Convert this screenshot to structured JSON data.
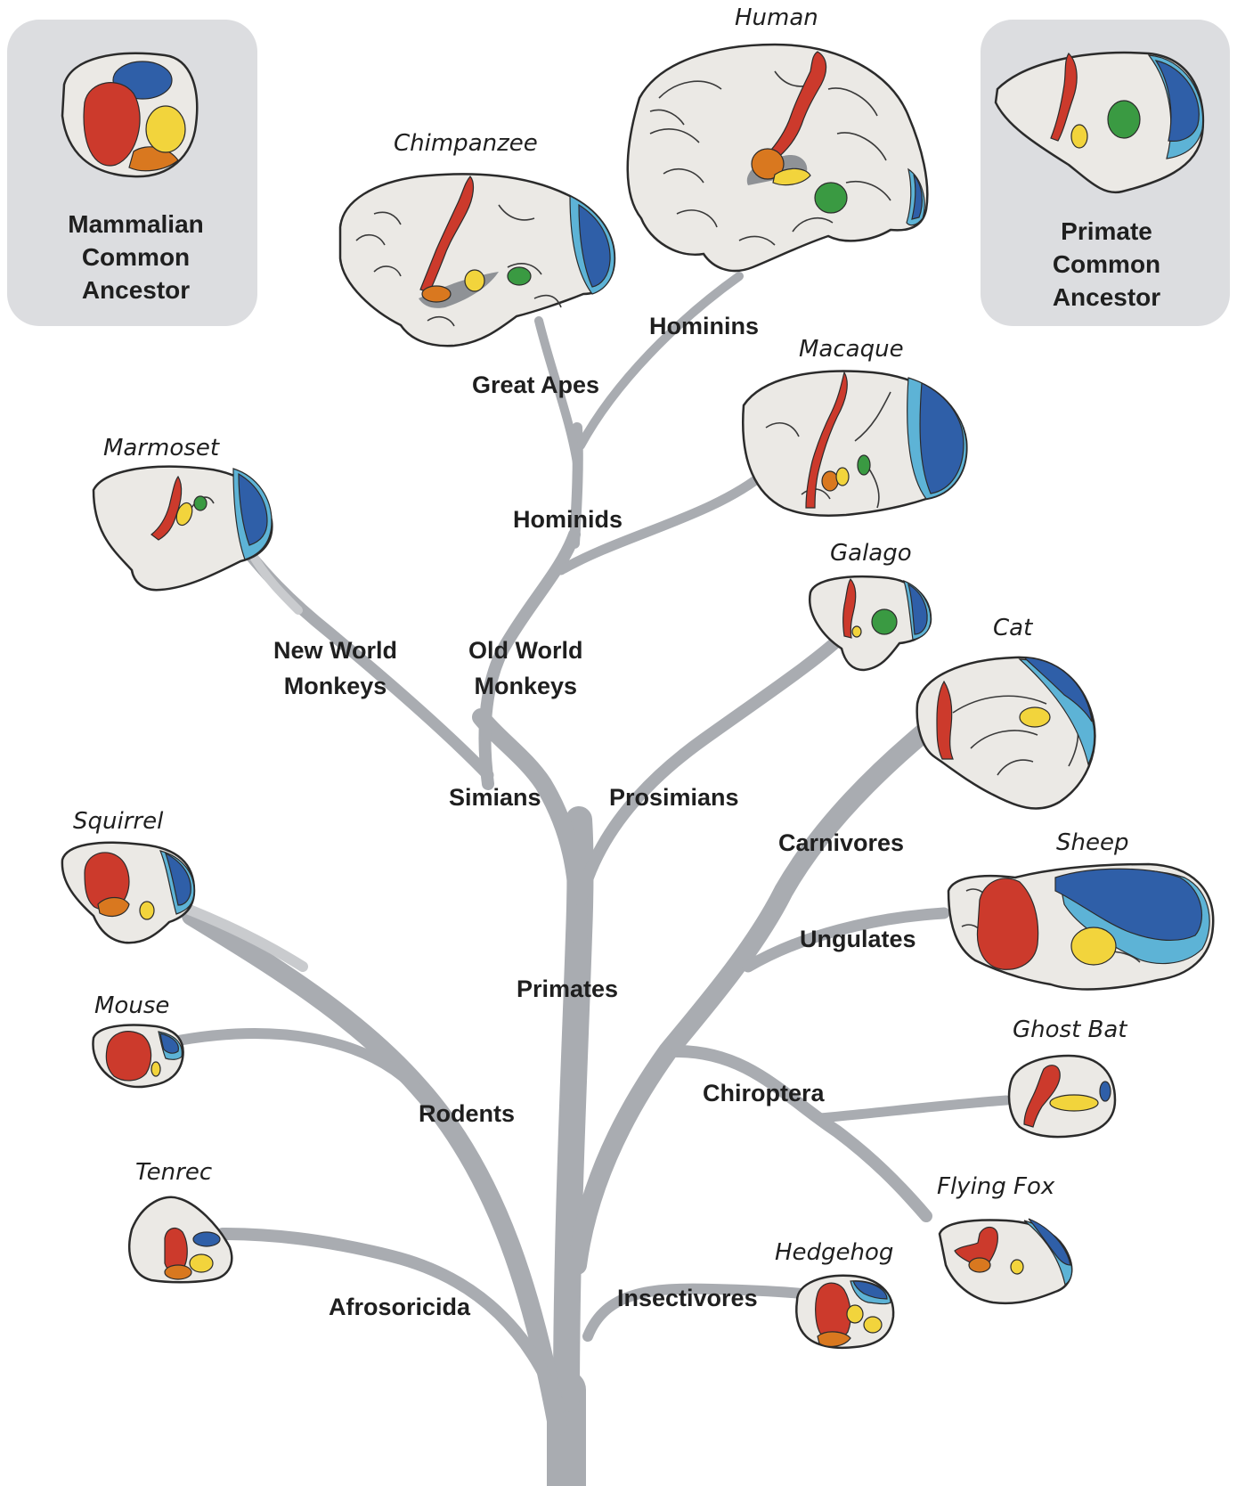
{
  "ancestors": {
    "mammalian": [
      "Mammalian",
      "Common",
      "Ancestor"
    ],
    "primate": [
      "Primate",
      "Common",
      "Ancestor"
    ]
  },
  "clades": {
    "hominins": "Hominins",
    "great_apes": "Great Apes",
    "hominids": "Hominids",
    "new_world_monkeys": [
      "New World",
      "Monkeys"
    ],
    "old_world_monkeys": [
      "Old World",
      "Monkeys"
    ],
    "simians": "Simians",
    "prosimians": "Prosimians",
    "carnivores": "Carnivores",
    "ungulates": "Ungulates",
    "primates": "Primates",
    "rodents": "Rodents",
    "chiroptera": "Chiroptera",
    "afrosoricida": "Afrosoricida",
    "insectivores": "Insectivores"
  },
  "species": {
    "human": "Human",
    "chimpanzee": "Chimpanzee",
    "macaque": "Macaque",
    "marmoset": "Marmoset",
    "galago": "Galago",
    "cat": "Cat",
    "squirrel": "Squirrel",
    "sheep": "Sheep",
    "mouse": "Mouse",
    "ghost_bat": "Ghost Bat",
    "tenrec": "Tenrec",
    "flying_fox": "Flying Fox",
    "hedgehog": "Hedgehog"
  },
  "colors": {
    "branch": "#a9acb1",
    "brain_fill": "#ebe9e5",
    "outline": "#2b2b2b",
    "ancestor_box": "#dcdde0",
    "red": "#cc3a2c",
    "orange": "#d9781f",
    "yellow": "#f2d43c",
    "blue": "#2f5fa8",
    "light_blue": "#5db3d6",
    "green": "#3a9a42",
    "insula_gray": "#8f9296"
  }
}
